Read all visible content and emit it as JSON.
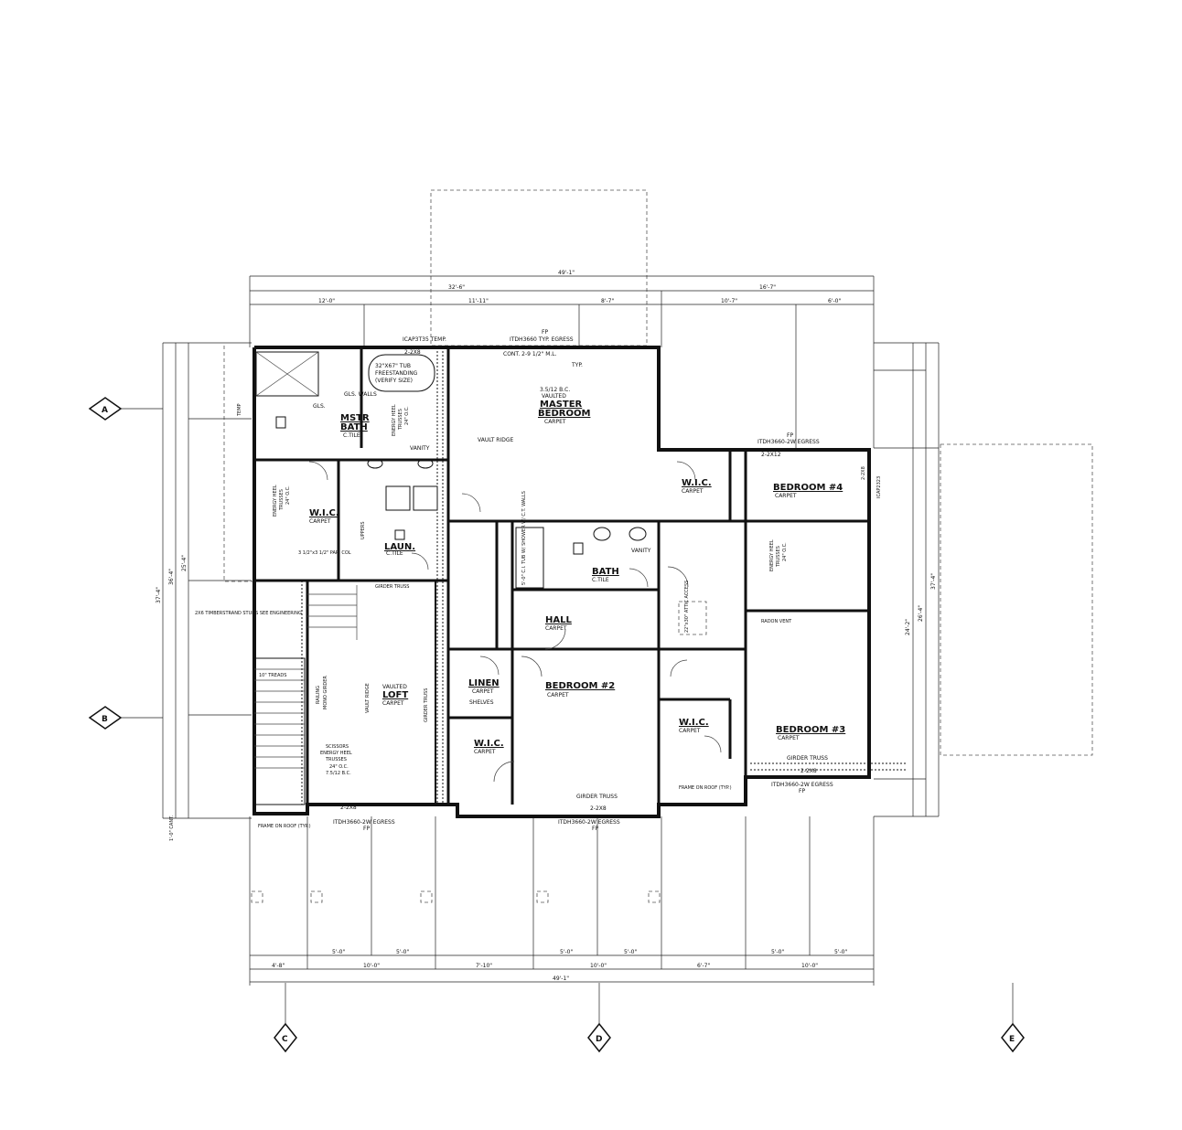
{
  "rooms": {
    "master_bedroom": {
      "name": "BEDROOM",
      "prefix": "MASTER",
      "floor": "CARPET",
      "note": "3.5/12 B.C.",
      "note2": "VAULTED"
    },
    "mstr_bath": {
      "name": "BATH",
      "prefix": "MSTR",
      "floor": "C.TILE"
    },
    "wic_master": {
      "name": "W.I.C.",
      "floor": "CARPET"
    },
    "laun": {
      "name": "LAUN.",
      "floor": "C.TILE"
    },
    "loft": {
      "name": "LOFT",
      "floor": "CARPET",
      "note": "VAULTED"
    },
    "linen": {
      "name": "LINEN",
      "floor": "CARPET",
      "note": "SHELVES"
    },
    "wic_2": {
      "name": "W.I.C.",
      "floor": "CARPET"
    },
    "bedroom_2": {
      "name": "BEDROOM #2",
      "floor": "CARPET"
    },
    "hall": {
      "name": "HALL",
      "floor": "CARPET"
    },
    "bath": {
      "name": "BATH",
      "floor": "C.TILE"
    },
    "wic_4": {
      "name": "W.I.C.",
      "floor": "CARPET"
    },
    "bedroom_4": {
      "name": "BEDROOM #4",
      "floor": "CARPET"
    },
    "wic_3": {
      "name": "W.I.C.",
      "floor": "CARPET"
    },
    "bedroom_3": {
      "name": "BEDROOM #3",
      "floor": "CARPET"
    }
  },
  "notes": {
    "tub": "32\"X67\" TUB",
    "tub2": "FREESTANDING",
    "tub3": "(VERIFY SIZE)",
    "header_2x8_top": "2-2X8",
    "window_top_left": "ICAP3T35 TEMP.",
    "window_top_center": "ITDH3660 TYP. EGRESS",
    "fp_top": "FP",
    "cont": "CONT. 2-9 1/2\" M.L.",
    "typ": "TYP.",
    "vanity": "VANITY",
    "vault_ridge": "VAULT RIDGE",
    "gls_walls": "GLS. WALLS",
    "gls": "GLS.",
    "temp": "TEMP",
    "energy_heel_1": "ENERGY HEEL",
    "energy_heel_2": "TRUSSES",
    "energy_heel_3": "24\" O.C.",
    "par_col": "3 1/2\"x3 1/2\" PAR. COL",
    "uppers": "UPPERS",
    "girder_truss": "GIRDER TRUSS",
    "timberstrand": "2X6 TIMBERSTRAND STUDS SEE ENGINEERING",
    "treads": "10\" TREADS",
    "railing": "RAILING",
    "mono_girder": "MONO GIRDER",
    "scissors_1": "SCISSORS",
    "scissors_2": "ENERGY HEEL",
    "scissors_3": "TRUSSES",
    "scissors_4": "24\" O.C.",
    "scissors_5": "7.5/12 B.C.",
    "header_2x8_bottom": "2-2X8",
    "window_bottom_left": "ITDH3660-2W EGRESS",
    "fp_bottom_left": "FP",
    "window_bottom_center": "ITDH3660-2W EGRESS",
    "fp_bottom_center": "FP",
    "header_bottom_center": "2-2X8",
    "frame_on_roof": "FRAME ON ROOF (TYP.)",
    "frame_on_roof_right": "FRAME ON ROOF (TYP.)",
    "bath_tub": "5'-0\" C.I. TUB W/ SHOWER W/ C.T. WALLS",
    "radon": "RADON VENT",
    "attic": "22\"x30\" ATTIC ACCESS",
    "window_right_top": "ITDH3660-2W EGRESS",
    "fp_right_top": "FP",
    "header_right_top": "2-2X12",
    "window_right_bottom": "ITDH3660-2W EGRESS",
    "fp_right_bottom": "FP",
    "header_right_bottom": "2-2X8",
    "header_right_side": "2-2X8",
    "girder_truss_right": "GIRDER TRUSS",
    "cant_left": "1'-0\" CANT.",
    "cap_right": "ICAP2323"
  },
  "dimensions": {
    "top_overall": "49'-1\"",
    "top_left": "32'-6\"",
    "top_right": "16'-7\"",
    "top_seg": [
      "12'-0\"",
      "11'-11\"",
      "8'-7\"",
      "10'-7\"",
      "6'-0\""
    ],
    "bottom_overall": "49'-1\"",
    "bottom_seg": [
      "4'-8\"",
      "10'-0\"",
      "7'-10\"",
      "10'-0\"",
      "6'-7\"",
      "10'-0\""
    ],
    "bottom_sub": [
      "5'-0\"",
      "5'-0\"",
      "5'-0\"",
      "5'-0\"",
      "5'-0\"",
      "5'-0\""
    ],
    "left_overall": "37'-4\"",
    "left_inner": "36'-4\"",
    "left_mid": "25'-4\"",
    "right_overall": "37'-4\"",
    "right_inner": "26'-4\"",
    "right_mid": "24'-2\""
  },
  "grid": {
    "A": "A",
    "B": "B",
    "C": "C",
    "D": "D",
    "E": "E"
  }
}
